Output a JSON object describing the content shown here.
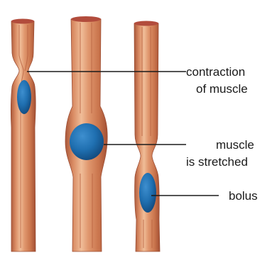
{
  "labels": {
    "contraction": {
      "line1": "contraction",
      "line2": "of muscle"
    },
    "stretched": {
      "line1": "muscle",
      "line2": "is stretched"
    },
    "bolus": {
      "line1": "bolus"
    }
  },
  "colors": {
    "tube_outer": "#c9744c",
    "tube_mid": "#e0976e",
    "tube_highlight": "#f0bd98",
    "tube_shadow": "#a9583a",
    "tube_rim": "#b24c3c",
    "bolus_fill": "#1f6fb0",
    "bolus_highlight": "#3e8fcf",
    "bolus_shadow": "#11497d",
    "text": "#1a1a1a"
  }
}
